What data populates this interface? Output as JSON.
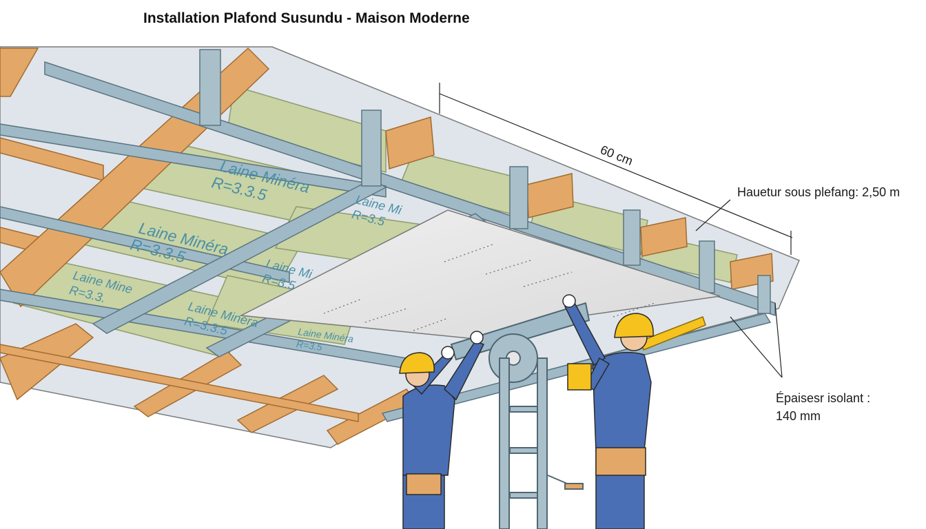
{
  "title": "Installation Plafond Susundu - Maison Moderne",
  "labels": {
    "span": "60 cm",
    "height": "Hauetur sous plefang: 2,50 m",
    "thickness_line1": "Épaisesr isolant :",
    "thickness_line2": "140 mm"
  },
  "insulation": [
    {
      "l1": "Laine Minéra",
      "l2": "R=3.3.5"
    },
    {
      "l1": "Laine Mi",
      "l2": "R=3.5"
    },
    {
      "l1": "Laine Minéra",
      "l2": "R=3.3.5"
    },
    {
      "l1": "Laine Mi",
      "l2": "R=3.5"
    },
    {
      "l1": "Laine Mine",
      "l2": "R=3.3."
    },
    {
      "l1": "Laine Minéra",
      "l2": "R=3.3.5"
    },
    {
      "l1": "Laine Minéra",
      "l2": "R=3.5"
    }
  ],
  "colors": {
    "wood": "#e3a867",
    "wood_dark": "#b77a3d",
    "steel": "#9fbac6",
    "insulation": "#c9d3a3",
    "panel": "#e6e6e6",
    "shirt": "#4a6fb5",
    "helmet": "#f6c21e"
  }
}
